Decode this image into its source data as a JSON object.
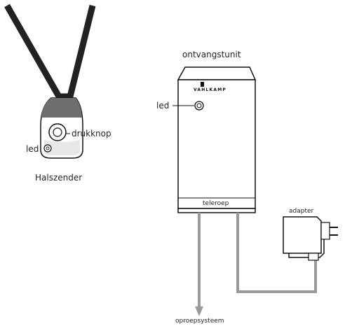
{
  "pendant": {
    "button_label": "drukknop",
    "led_label": "led",
    "caption": "Halszender"
  },
  "receiver": {
    "title": "ontvangstunit",
    "brand": "VAHLKAMP",
    "led_label": "led",
    "bottom_label": "teleroep"
  },
  "adapter": {
    "label": "adapter"
  },
  "output": {
    "label": "oproepsysteem"
  },
  "colors": {
    "line": "#111111",
    "cable": "#9a9a9a",
    "pendant_shade": "#6e6e6e"
  }
}
